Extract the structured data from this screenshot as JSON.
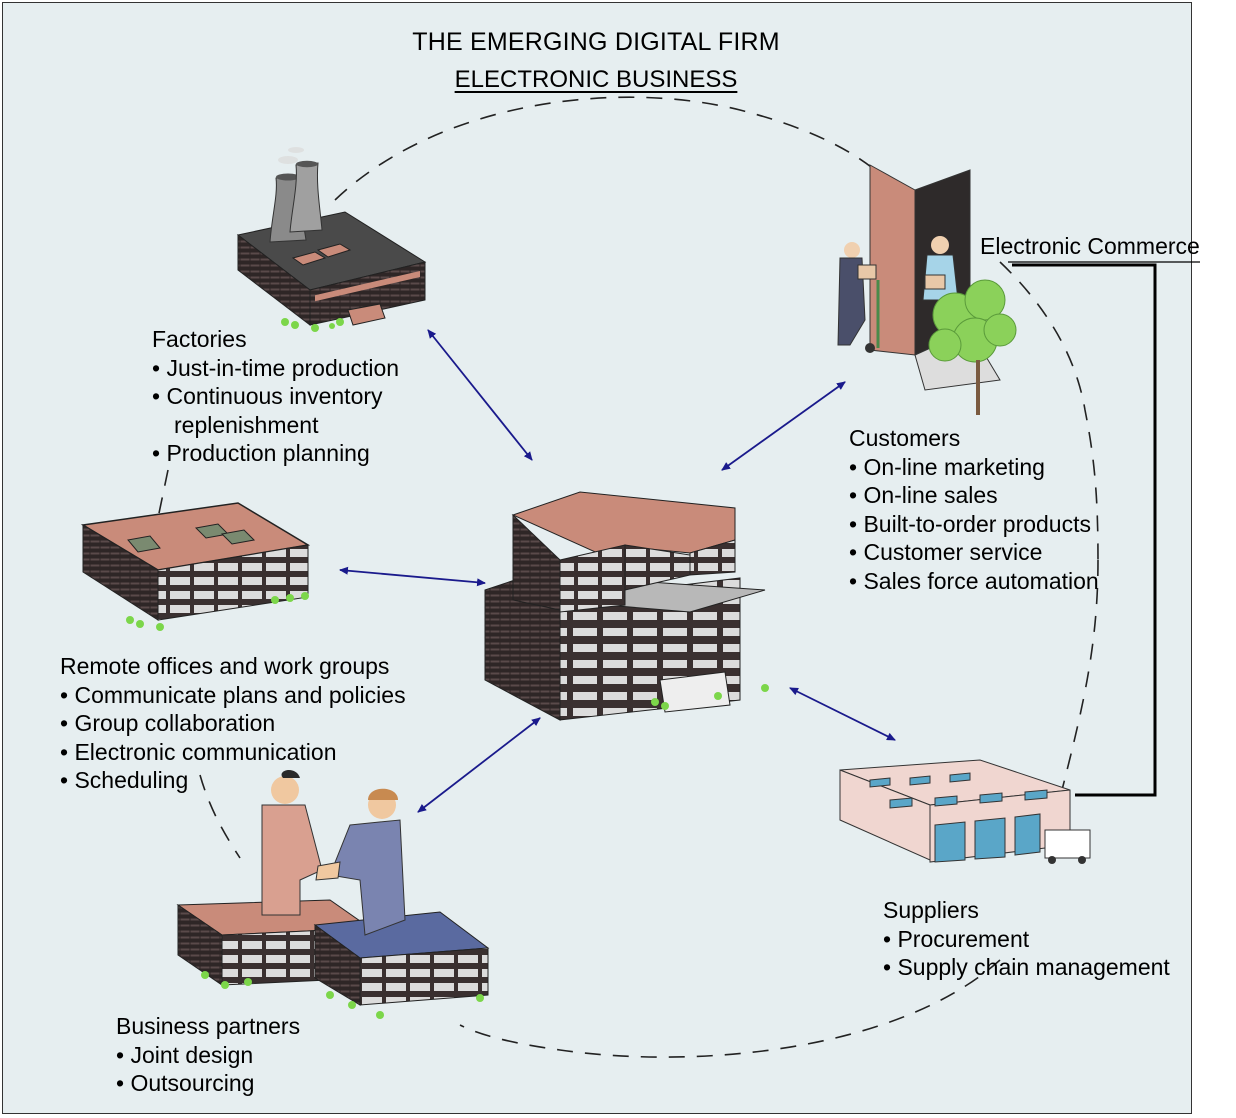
{
  "title": "THE EMERGING DIGITAL FIRM",
  "subtitle": "ELECTRONIC BUSINESS",
  "ecommerce_label": "Electronic Commerce",
  "factories": {
    "heading": "Factories",
    "items": [
      "Just-in-time production",
      "Continuous inventory",
      "Production planning"
    ],
    "continuation": "replenishment"
  },
  "customers": {
    "heading": "Customers",
    "items": [
      "On-line marketing",
      "On-line sales",
      "Built-to-order products",
      "Customer service",
      "Sales force automation"
    ]
  },
  "remote": {
    "heading": "Remote offices and work groups",
    "items": [
      "Communicate plans and policies",
      "Group collaboration",
      "Electronic communication",
      "Scheduling"
    ]
  },
  "suppliers": {
    "heading": "Suppliers",
    "items": [
      "Procurement",
      "Supply chain management"
    ]
  },
  "partners": {
    "heading": "Business partners",
    "items": [
      "Joint design",
      "Outsourcing"
    ]
  },
  "colors": {
    "background": "#e6eef0",
    "arrow": "#1a1a8c",
    "brick": "#c98b7a",
    "window": "#dcdcdc",
    "wall": "#3a3030",
    "plant": "#7cd64a"
  }
}
